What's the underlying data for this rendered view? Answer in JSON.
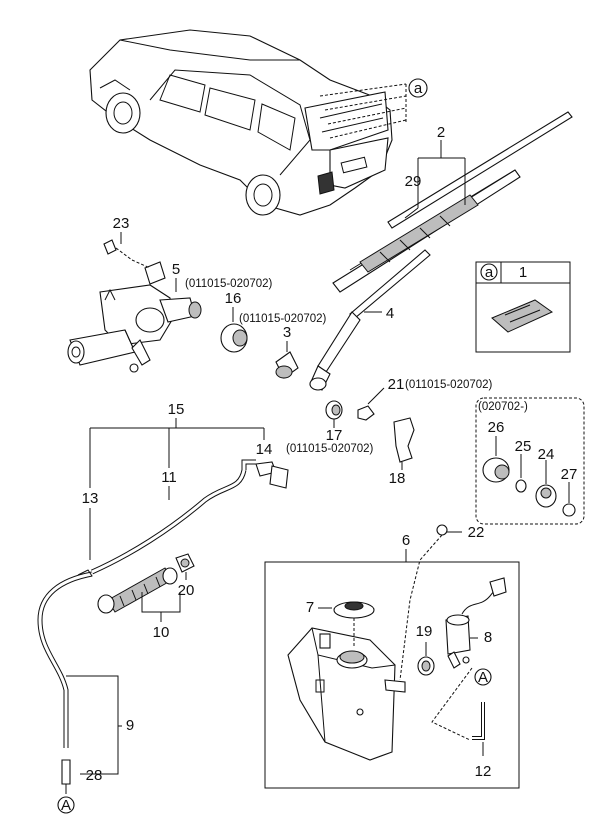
{
  "callouts": {
    "c1": "1",
    "c2": "2",
    "c3": "3",
    "c4": "4",
    "c5": "5",
    "c6": "6",
    "c7": "7",
    "c8": "8",
    "c9": "9",
    "c10": "10",
    "c11": "11",
    "c12": "12",
    "c13": "13",
    "c14": "14",
    "c15": "15",
    "c16": "16",
    "c17": "17",
    "c18": "18",
    "c19": "19",
    "c20": "20",
    "c21": "21",
    "c22": "22",
    "c23": "23",
    "c24": "24",
    "c25": "25",
    "c26": "26",
    "c27": "27",
    "c28": "28",
    "c29": "29"
  },
  "markers": {
    "a": "a",
    "A": "A"
  },
  "notes": {
    "n5": "(011015-020702)",
    "n3": "(011015-020702)",
    "n21": "(011015-020702)",
    "n17": "(011015-020702)",
    "n_box": "(020702-)"
  },
  "colors": {
    "line": "#111111",
    "fill": "#ffffff",
    "shade": "#bdbdbd",
    "dark": "#333333"
  }
}
